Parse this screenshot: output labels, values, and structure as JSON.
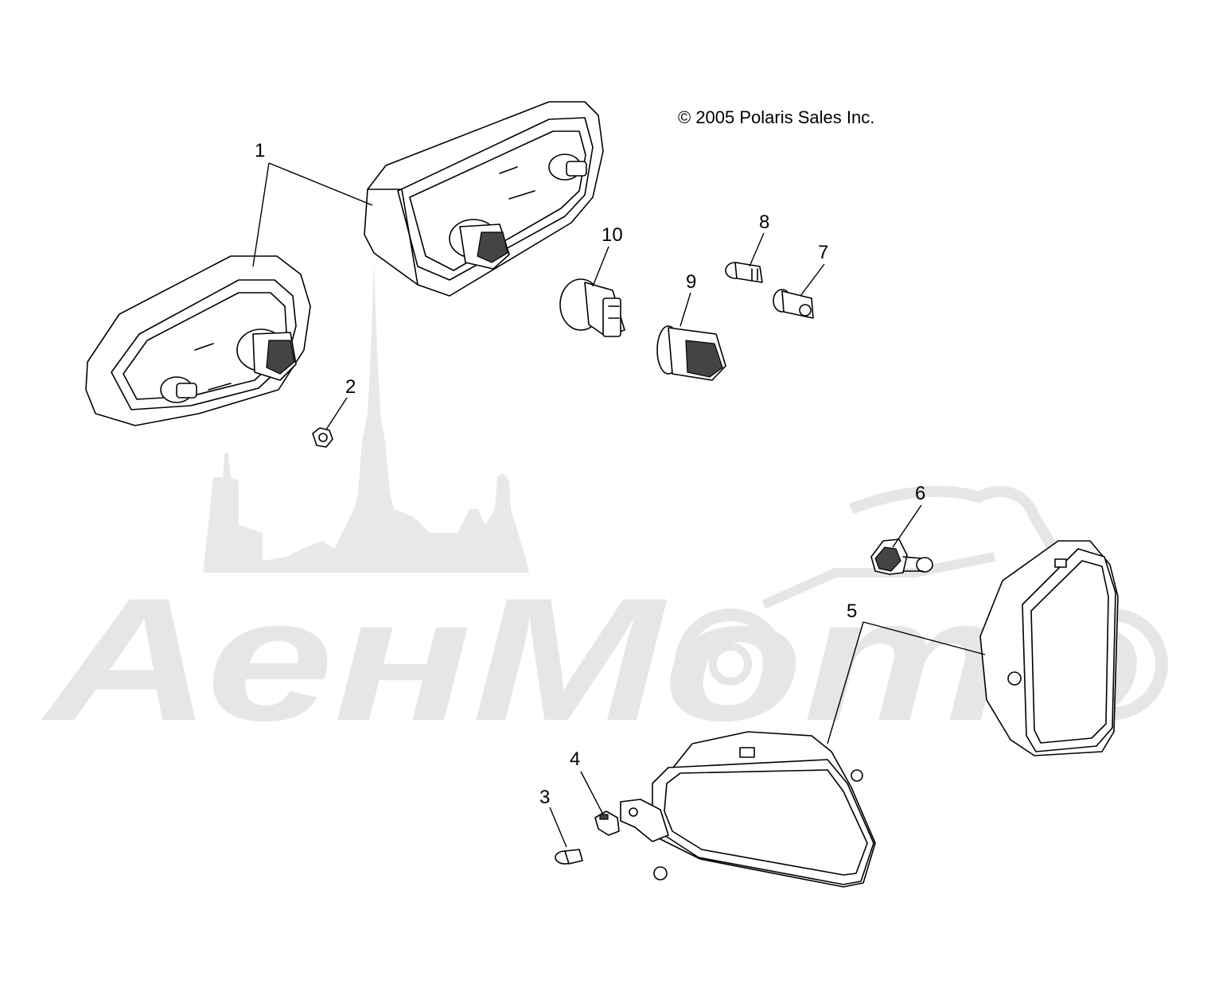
{
  "copyright": "© 2005 Polaris Sales Inc.",
  "watermark": {
    "text": "АенМото",
    "color": "#e6e6e6"
  },
  "callouts": [
    {
      "id": "1",
      "label": "1",
      "part": "tail-lamp-assembly"
    },
    {
      "id": "2",
      "label": "2",
      "part": "nut"
    },
    {
      "id": "3",
      "label": "3",
      "part": "screw"
    },
    {
      "id": "4",
      "label": "4",
      "part": "clip"
    },
    {
      "id": "5",
      "label": "5",
      "part": "headlight-assembly"
    },
    {
      "id": "6",
      "label": "6",
      "part": "headlight-bulb"
    },
    {
      "id": "7",
      "label": "7",
      "part": "socket"
    },
    {
      "id": "8",
      "label": "8",
      "part": "small-bulb"
    },
    {
      "id": "9",
      "label": "9",
      "part": "socket"
    },
    {
      "id": "10",
      "label": "10",
      "part": "tail-bulb"
    }
  ]
}
